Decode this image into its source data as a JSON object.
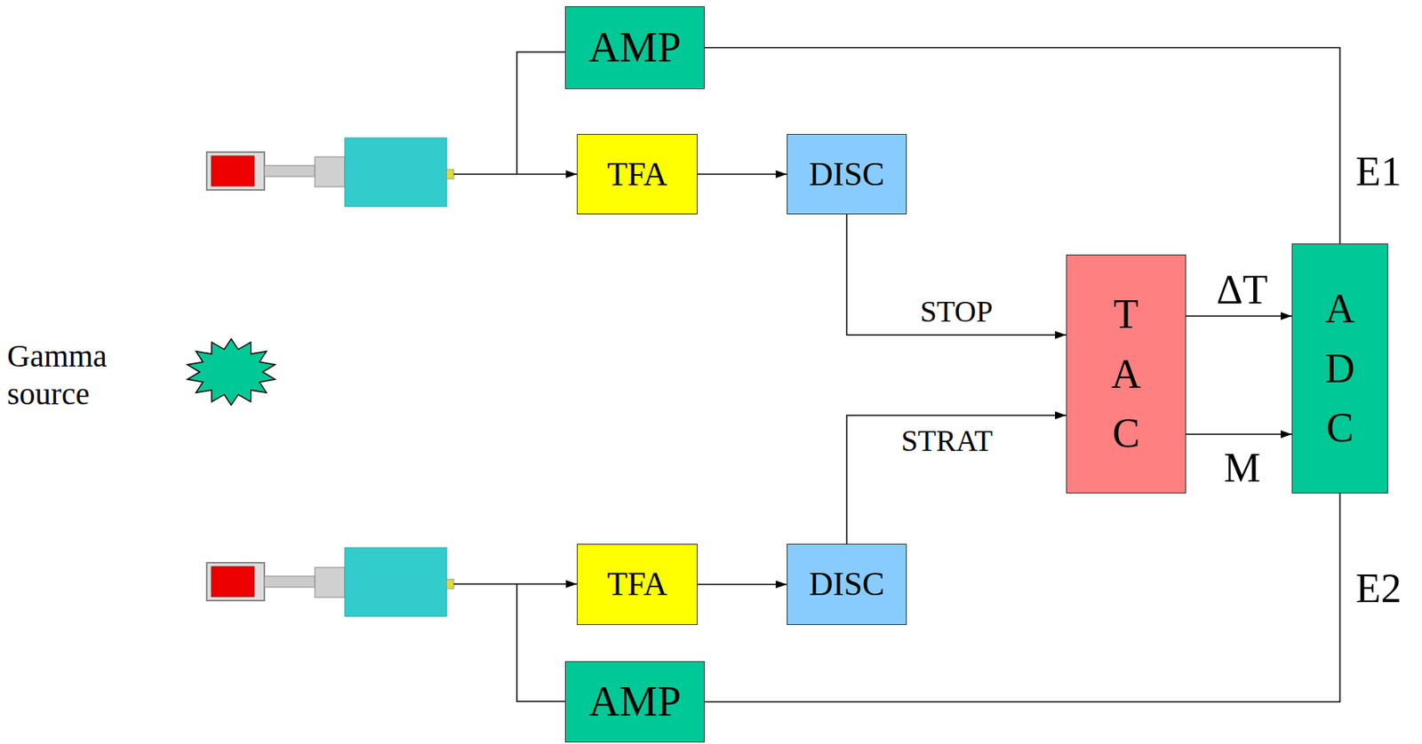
{
  "diagram": {
    "nodes": [
      {
        "text": [
          "AMP"
        ]
      },
      {
        "text": [
          "TFA"
        ]
      },
      {
        "text": [
          "DISC"
        ]
      },
      {
        "text": [
          "TAC"
        ]
      },
      {
        "text": [
          "ADC"
        ]
      },
      {
        "text": [
          "TFA"
        ]
      },
      {
        "text": [
          "DISC"
        ]
      },
      {
        "text": [
          "AMP"
        ]
      }
    ],
    "edges": [
      {
        "from": 1,
        "to": 2,
        "arrow": "to"
      },
      {
        "from": 2,
        "to": 3,
        "label": "STOP",
        "arrow": "to"
      },
      {
        "from": 5,
        "to": 6,
        "arrow": "to"
      },
      {
        "from": 6,
        "to": 3,
        "label": "STRAT",
        "arrow": "to"
      },
      {
        "from": 3,
        "to": 4,
        "label": "ΔT",
        "arrow": "to"
      },
      {
        "from": 3,
        "to": 4,
        "label": "M",
        "arrow": "to"
      },
      {
        "from": 0,
        "to": 4,
        "label": "E1",
        "arrow": "none"
      },
      {
        "from": 7,
        "to": 4,
        "label": "E2",
        "arrow": "none"
      }
    ],
    "labels": [
      "Gamma source"
    ]
  }
}
